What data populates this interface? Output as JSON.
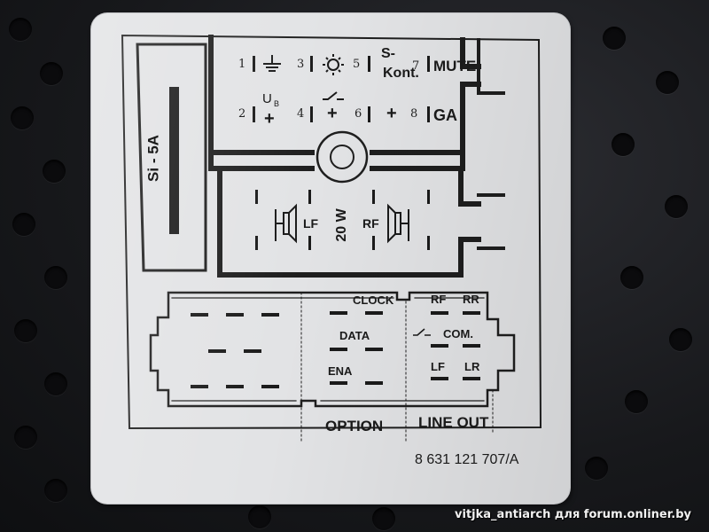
{
  "pins": {
    "p1": "1",
    "p2": "2",
    "p3": "3",
    "p4": "4",
    "p5": "5",
    "p6": "6",
    "p7": "7",
    "p8": "8"
  },
  "labels": {
    "s_kont_1": "S-",
    "s_kont_2": "Kont.",
    "mute": "MUTE",
    "ub": "U",
    "ub_sub": "B",
    "ga": "GA",
    "plus1": "+",
    "plus2": "+",
    "plus3": "+",
    "fuse": "Si - 5A",
    "lf": "LF",
    "rf": "RF",
    "power": "20 W",
    "clock": "CLOCK",
    "data": "DATA",
    "ena": "ENA",
    "rf_out": "RF",
    "rr_out": "RR",
    "com": "COM.",
    "lf_out": "LF",
    "lr_out": "LR",
    "option": "OPTION",
    "line_out": "LINE OUT",
    "part_number": "8 631 121 707/A"
  },
  "watermark": "vitjka_antiarch для forum.onliner.by",
  "icons": [
    "ground-icon",
    "light-icon",
    "switch-icon",
    "speaker-icon"
  ]
}
